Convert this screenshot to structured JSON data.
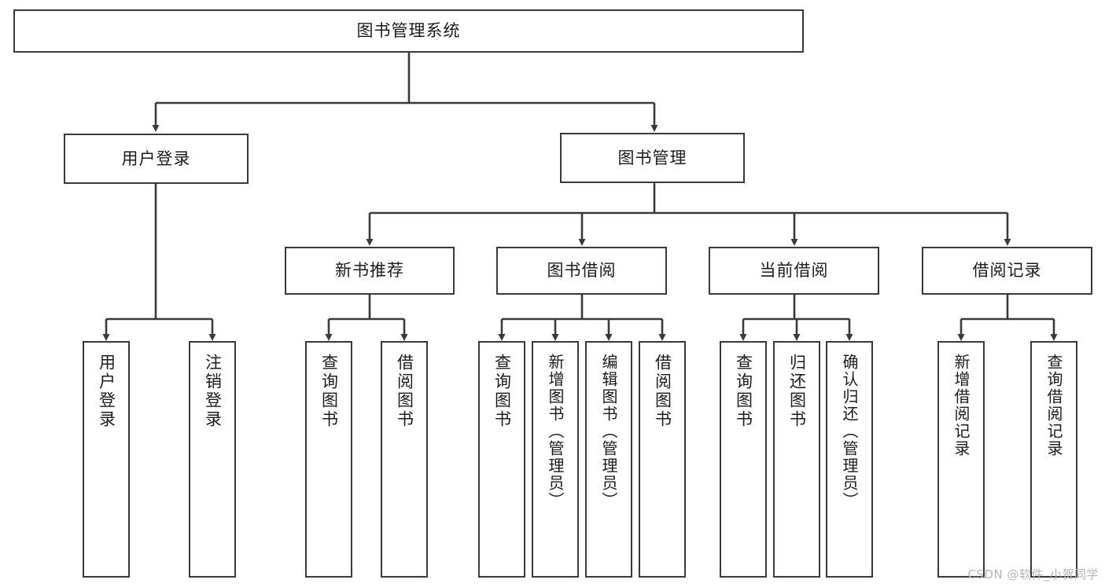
{
  "diagram": {
    "type": "tree",
    "title": "图书管理系统",
    "orientation": "top-down",
    "colors": {
      "stroke": "#3a3a3a",
      "fill": "#ffffff",
      "text": "#1c1c1c",
      "watermark": "#b4b4b4"
    },
    "watermark": "CSDN @软件_小贺同学",
    "nodes": {
      "root": "图书管理系统",
      "level2": [
        "用户登录",
        "图书管理"
      ],
      "level3": [
        "新书推荐",
        "图书借阅",
        "当前借阅",
        "借阅记录"
      ],
      "leaves": {
        "user_login": [
          "用户登录",
          "注销登录"
        ],
        "new_book": [
          "查询图书",
          "借阅图书"
        ],
        "borrow_book": [
          "查询图书",
          "新增图书（管理员）",
          "编辑图书（管理员）",
          "借阅图书"
        ],
        "current_borrow": [
          "查询图书",
          "归还图书",
          "确认归还（管理员）"
        ],
        "borrow_record": [
          "新增借阅记录",
          "查询借阅记录"
        ]
      }
    }
  }
}
